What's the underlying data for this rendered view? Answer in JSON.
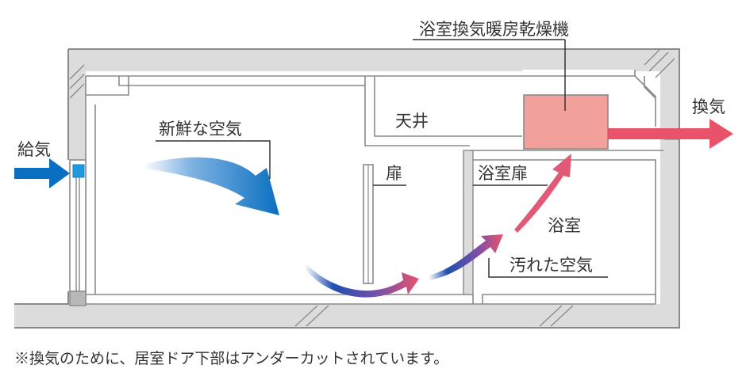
{
  "labels": {
    "unit_name": "浴室換気暖房乾燥機",
    "exhaust": "換気",
    "supply": "給気",
    "fresh_air": "新鮮な空気",
    "ceiling": "天井",
    "door": "扉",
    "bath_door": "浴室扉",
    "bathroom": "浴室",
    "dirty_air": "汚れた空気"
  },
  "note": "※換気のために、居室ドア下部はアンダーカットされています。",
  "colors": {
    "wall_fill": "#dcdcdc",
    "wall_line": "#8a8a8a",
    "unit_fill": "#f2a09a",
    "exhaust_arrow": "#e8536a",
    "fresh_arrow": "#0a6fc0",
    "dirty_arrow_start": "#2f5bbf",
    "dirty_arrow_end": "#e8536a"
  },
  "icons": [
    "supply-arrow-icon",
    "exhaust-arrow-icon",
    "fresh-air-arrow-icon",
    "airflow-arrow-icon"
  ]
}
